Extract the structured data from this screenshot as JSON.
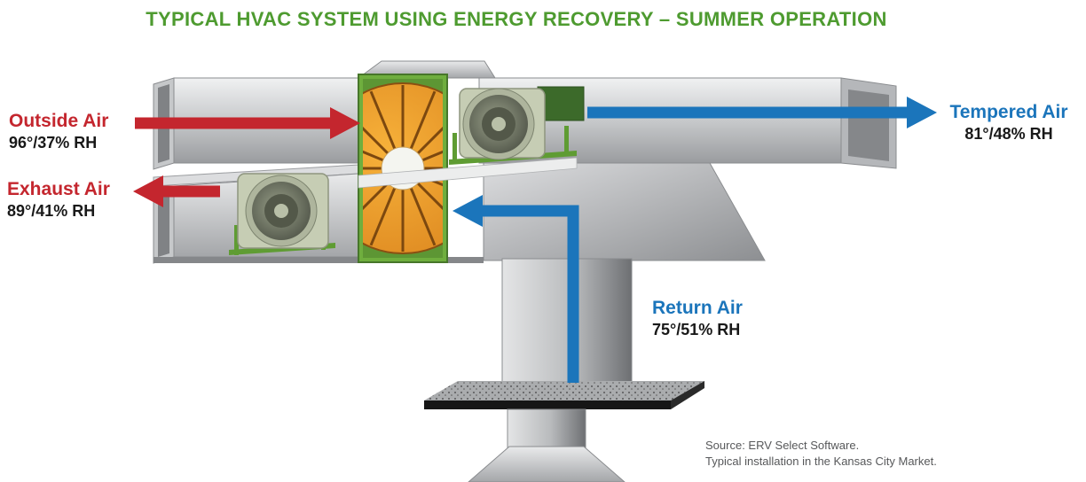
{
  "title": "TYPICAL HVAC SYSTEM USING ENERGY RECOVERY – SUMMER OPERATION",
  "streams": {
    "outside_air": {
      "label": "Outside Air",
      "reading": "96°/37% RH"
    },
    "exhaust_air": {
      "label": "Exhaust Air",
      "reading": "89°/41% RH"
    },
    "tempered_air": {
      "label": "Tempered Air",
      "reading": "81°/48% RH"
    },
    "return_air": {
      "label": "Return Air",
      "reading": "75°/51% RH"
    }
  },
  "source": {
    "line1": "Source: ERV Select Software.",
    "line2": "Typical installation in the Kansas City Market."
  },
  "colors": {
    "title_green": "#4e9b30",
    "arrow_red": "#c4262e",
    "arrow_blue": "#1b75bb",
    "erv_frame_green": "#6fae3e",
    "wheel_orange": "#e8922a",
    "duct_gray": "#c7c9cb"
  }
}
